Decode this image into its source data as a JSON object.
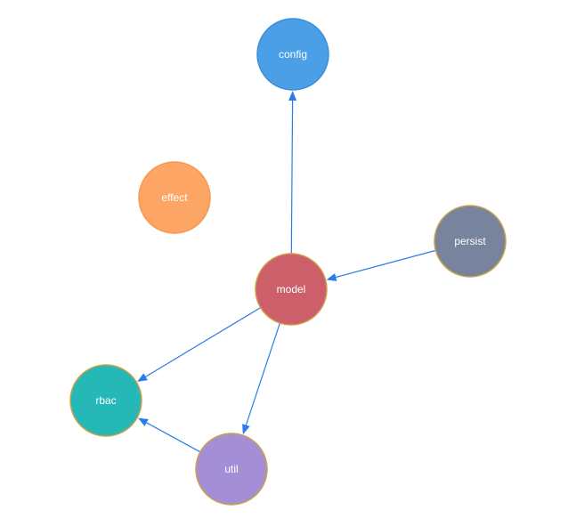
{
  "graph": {
    "nodes": [
      {
        "id": "config",
        "label": "config",
        "color": "#4a9fe6",
        "border": "#3b8fd9"
      },
      {
        "id": "effect",
        "label": "effect",
        "color": "#fca564",
        "border": "#f59a52"
      },
      {
        "id": "persist",
        "label": "persist",
        "color": "#78839e",
        "border": "#c9a24a"
      },
      {
        "id": "model",
        "label": "model",
        "color": "#cc5f69",
        "border": "#d29b45"
      },
      {
        "id": "rbac",
        "label": "rbac",
        "color": "#25b8b6",
        "border": "#c9a24a"
      },
      {
        "id": "util",
        "label": "util",
        "color": "#a48ed6",
        "border": "#c9a24a"
      }
    ],
    "edges": [
      {
        "from": "model",
        "to": "config"
      },
      {
        "from": "persist",
        "to": "model"
      },
      {
        "from": "model",
        "to": "rbac"
      },
      {
        "from": "model",
        "to": "util"
      },
      {
        "from": "util",
        "to": "rbac"
      }
    ],
    "edge_color": "#2b7ce9"
  }
}
